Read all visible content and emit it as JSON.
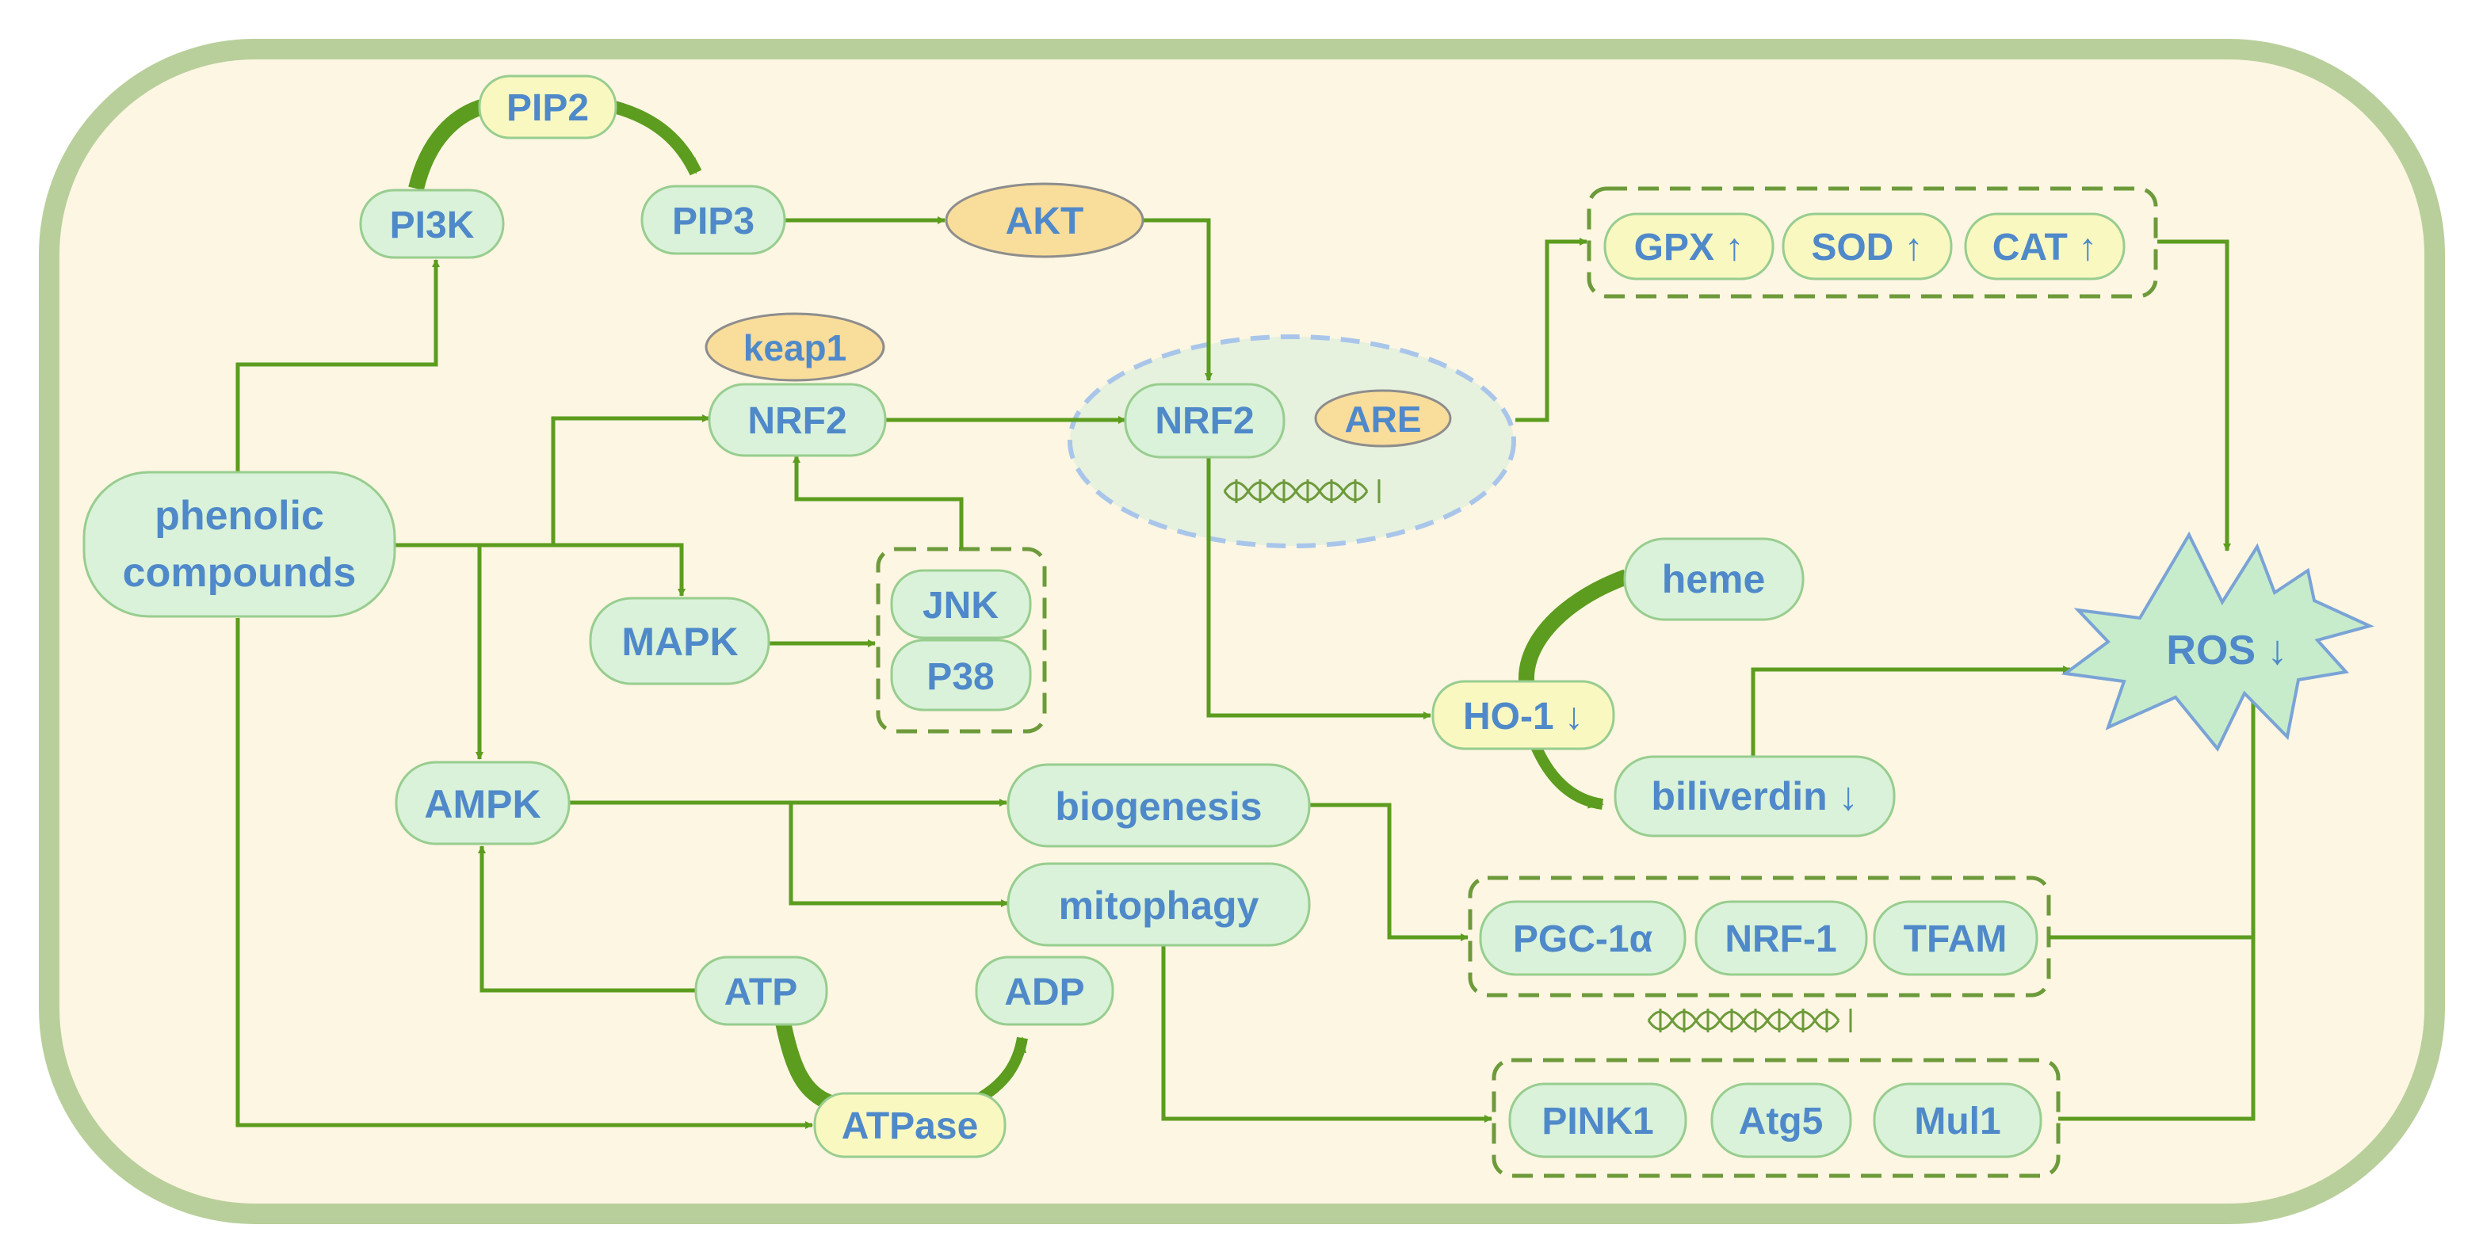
{
  "colors": {
    "frame_border": "#b9cf9b",
    "frame_fill": "#fdf6e3",
    "pill_fill": "#d9f2d9",
    "pill_stroke": "#98cd8f",
    "yellow_fill": "#f9f8c1",
    "orange_fill": "#f9dd9b",
    "orange_stroke": "#8d8d8d",
    "text": "#4f89c9",
    "arrow": "#5c9c1e",
    "dashed_box": "#6d9a3a",
    "nucleus_stroke": "#a9c6ea",
    "nucleus_fill": "#e6f1de",
    "ros_stroke": "#7aa3d6"
  },
  "nodes": {
    "phenolic_line1": "phenolic",
    "phenolic_line2": "compounds",
    "pi3k": "PI3K",
    "pip2": "PIP2",
    "pip3": "PIP3",
    "akt": "AKT",
    "keap1": "keap1",
    "nrf2": "NRF2",
    "nrf2_nucleus": "NRF2",
    "are": "ARE",
    "mapk": "MAPK",
    "jnk": "JNK",
    "p38": "P38",
    "gpx": "GPX ↑",
    "sod": "SOD ↑",
    "cat": "CAT ↑",
    "heme": "heme",
    "ho1": "HO-1 ↓",
    "biliverdin": "biliverdin ↓",
    "ros": "ROS ↓",
    "ampk": "AMPK",
    "biogenesis": "biogenesis",
    "mitophagy": "mitophagy",
    "pgc1a": "PGC-1α",
    "nrf1": "NRF-1",
    "tfam": "TFAM",
    "atp": "ATP",
    "adp": "ADP",
    "atpase": "ATPase",
    "pink1": "PINK1",
    "atg5": "Atg5",
    "mul1": "Mul1"
  }
}
